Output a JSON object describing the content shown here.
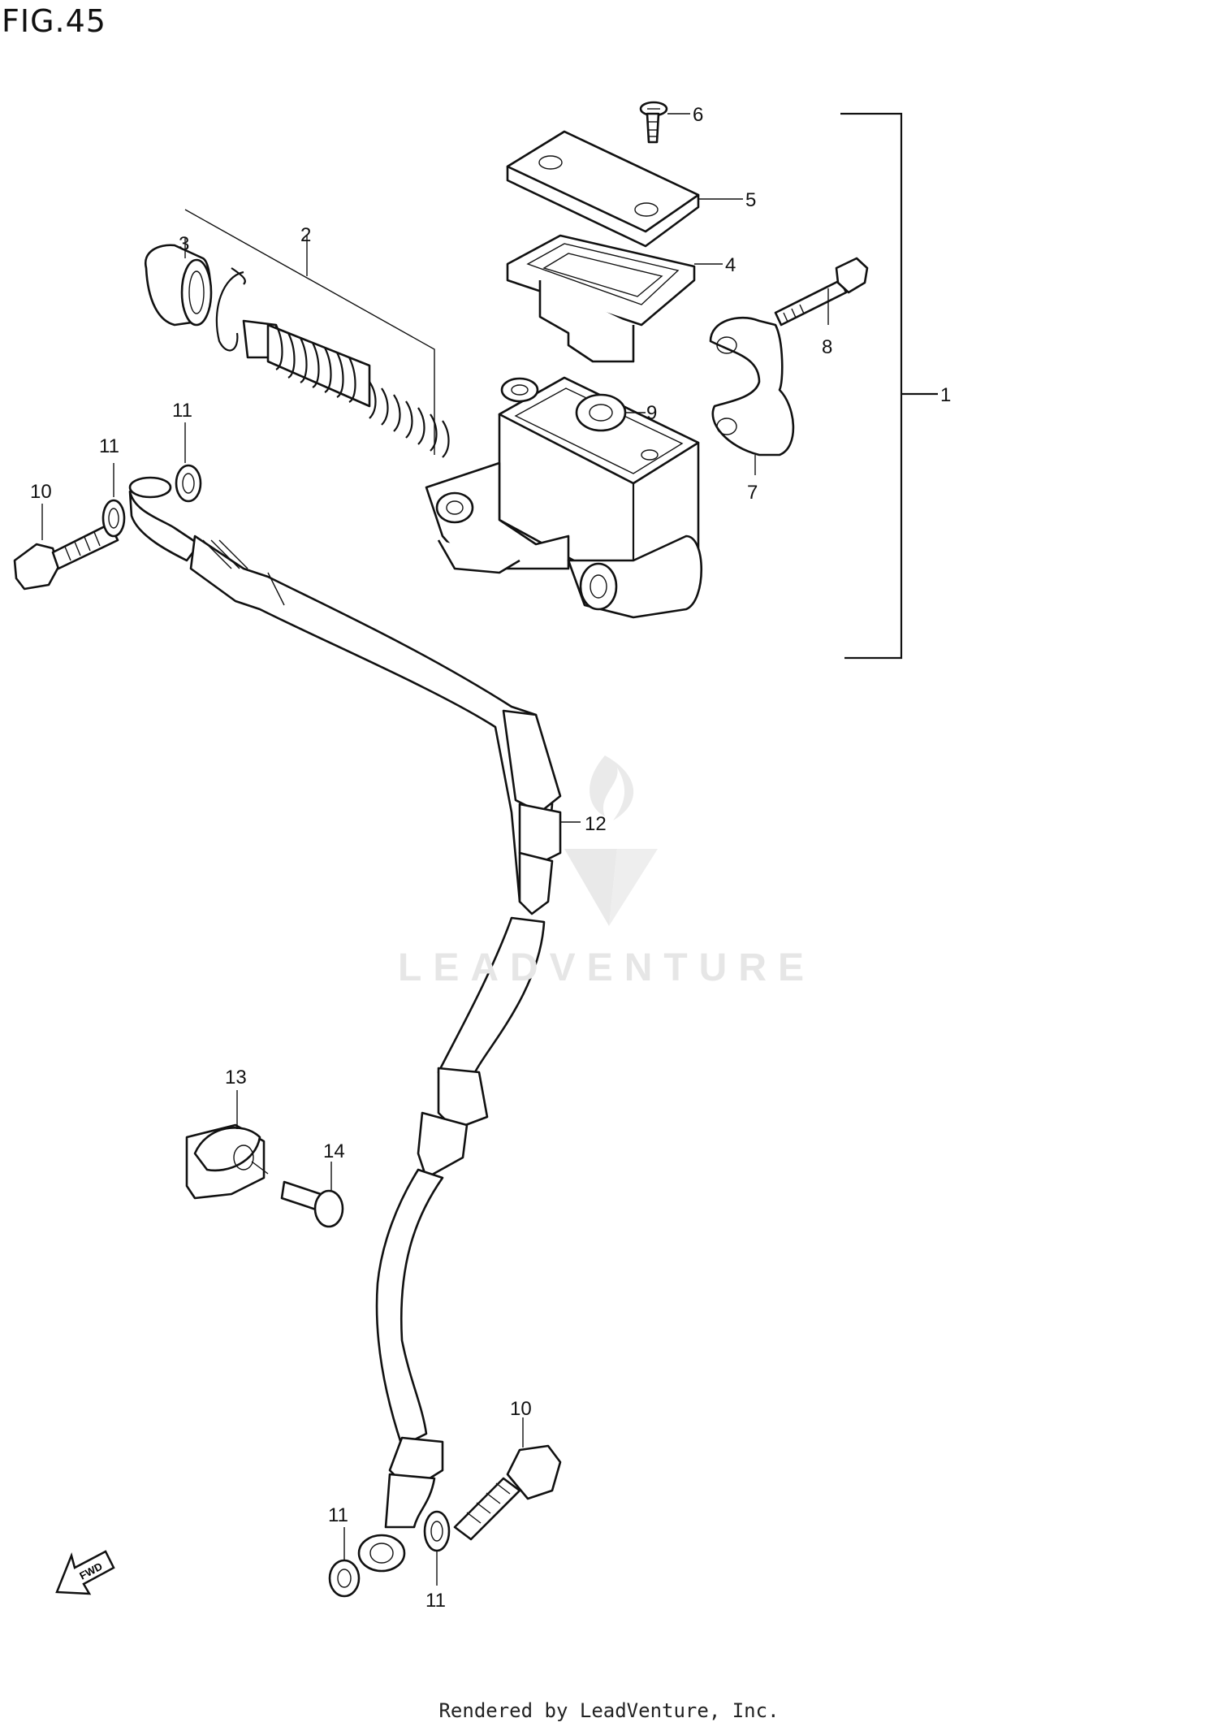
{
  "figure": {
    "title": "FIG.45"
  },
  "callouts": [
    {
      "id": "c1",
      "text": "1"
    },
    {
      "id": "c2",
      "text": "2"
    },
    {
      "id": "c3",
      "text": "3"
    },
    {
      "id": "c4",
      "text": "4"
    },
    {
      "id": "c5",
      "text": "5"
    },
    {
      "id": "c6",
      "text": "6"
    },
    {
      "id": "c7",
      "text": "7"
    },
    {
      "id": "c8",
      "text": "8"
    },
    {
      "id": "c9",
      "text": "9"
    },
    {
      "id": "c10a",
      "text": "10"
    },
    {
      "id": "c10b",
      "text": "10"
    },
    {
      "id": "c11a",
      "text": "11"
    },
    {
      "id": "c11b",
      "text": "11"
    },
    {
      "id": "c11c",
      "text": "11"
    },
    {
      "id": "c11d",
      "text": "11"
    },
    {
      "id": "c12",
      "text": "12"
    },
    {
      "id": "c13",
      "text": "13"
    },
    {
      "id": "c14",
      "text": "14"
    }
  ],
  "direction_badge": {
    "text": "FWD"
  },
  "watermark": {
    "brand": "LEADVENTURE"
  },
  "footer": {
    "text": "Rendered by LeadVenture, Inc."
  }
}
